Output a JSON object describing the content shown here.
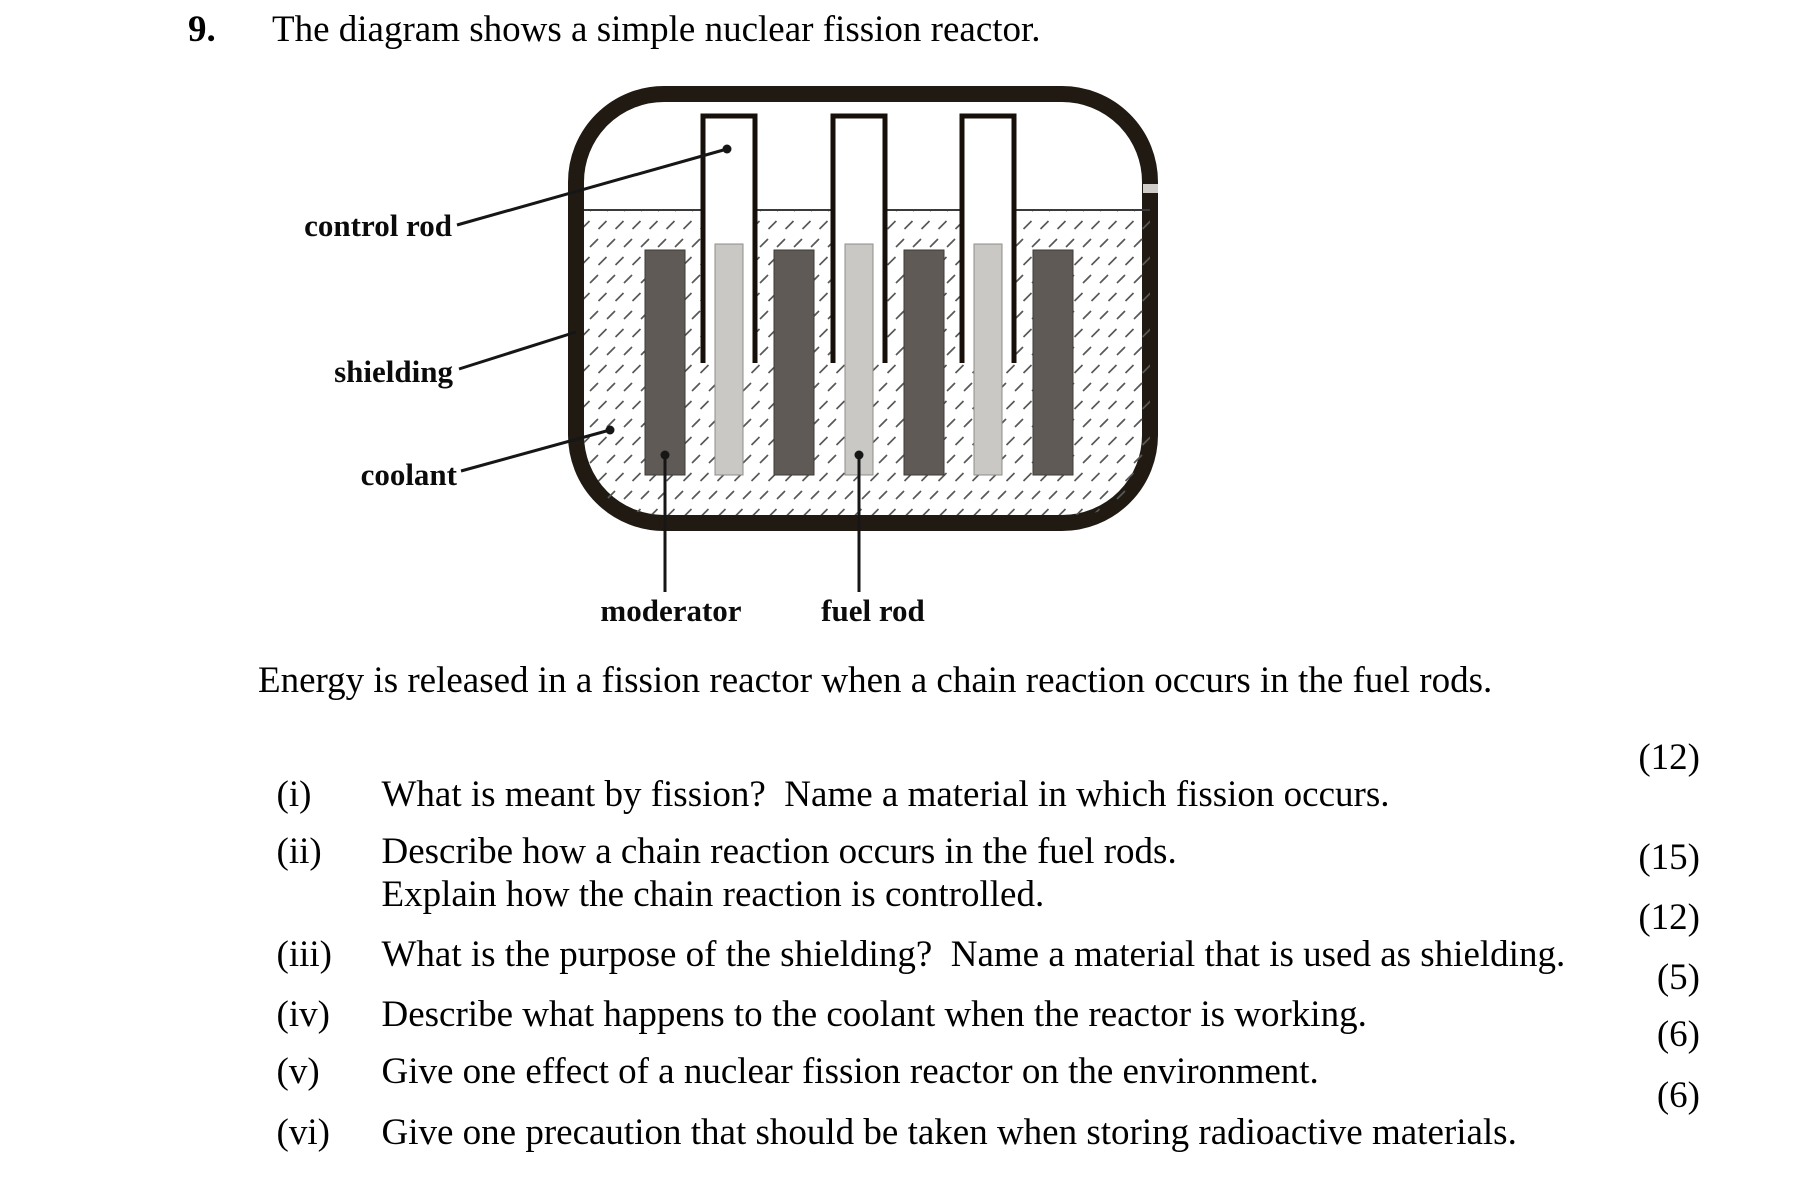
{
  "question": {
    "number": "9.",
    "intro": "The diagram shows a simple nuclear fission reactor.",
    "paragraph": "Energy is released in a fission reactor when a chain reaction occurs in the fuel rods.",
    "items": [
      {
        "num": "(i)",
        "text": "What is meant by fission?  Name a material in which fission occurs.",
        "marks": "(12)"
      },
      {
        "num": "(ii)",
        "text": "Describe how a chain reaction occurs in the fuel rods.",
        "marks": ""
      },
      {
        "num": "",
        "text": "Explain how the chain reaction is controlled.",
        "marks": "(15)"
      },
      {
        "num": "(iii)",
        "text": "What is the purpose of the shielding?  Name a material that is used as shielding.",
        "marks": "(12)"
      },
      {
        "num": "(iv)",
        "text": "Describe what happens to the coolant when the reactor is working.",
        "marks": "(5)"
      },
      {
        "num": "(v)",
        "text": "Give one effect of a nuclear fission reactor on the environment.",
        "marks": "(6)"
      },
      {
        "num": "(vi)",
        "text": "Give one precaution that should be taken when storing radioactive materials.",
        "marks": "(6)"
      }
    ]
  },
  "diagram": {
    "labels": {
      "control_rod": "control rod",
      "shielding": "shielding",
      "coolant": "coolant",
      "moderator": "moderator",
      "fuel_rod": "fuel rod"
    },
    "colors": {
      "vessel_wall": "#211a13",
      "moderator_rod": "#5f5a56",
      "fuel_rod": "#c9c8c4",
      "hatch_mark": "#585856",
      "text": "#000000"
    }
  }
}
